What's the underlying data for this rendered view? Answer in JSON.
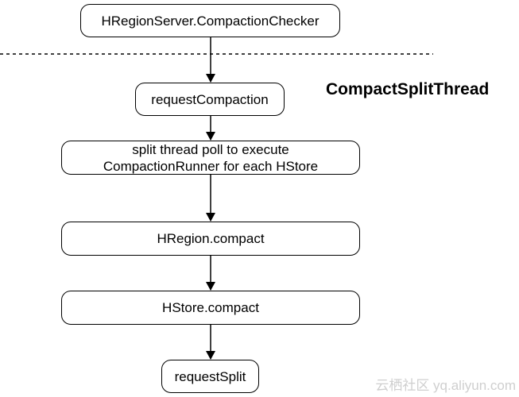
{
  "diagram": {
    "title": "CompactSplitThread",
    "nodes": {
      "compaction_checker": "HRegionServer.CompactionChecker",
      "request_compaction": "requestCompaction",
      "split_thread_poll": {
        "line1": "split thread poll to execute",
        "line2": "CompactionRunner for each HStore"
      },
      "hregion_compact": "HRegion.compact",
      "hstore_compact": "HStore.compact",
      "request_split": "requestSplit"
    }
  },
  "watermark": "云栖社区 yq.aliyun.com"
}
